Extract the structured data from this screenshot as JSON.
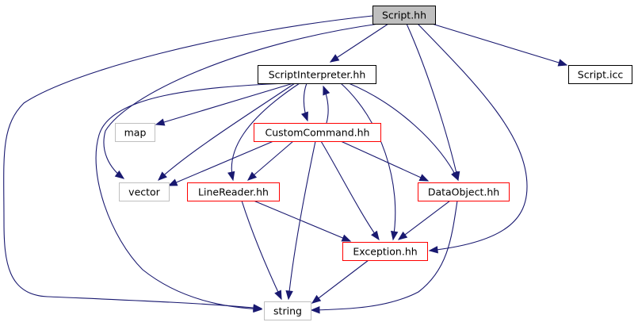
{
  "nodes": [
    {
      "id": "script_hh",
      "label": "Script.hh",
      "style": "focus"
    },
    {
      "id": "script_interpreter_hh",
      "label": "ScriptInterpreter.hh",
      "style": "normal"
    },
    {
      "id": "script_icc",
      "label": "Script.icc",
      "style": "normal"
    },
    {
      "id": "map",
      "label": "map",
      "style": "external"
    },
    {
      "id": "custom_command_hh",
      "label": "CustomCommand.hh",
      "style": "truncated"
    },
    {
      "id": "vector",
      "label": "vector",
      "style": "external"
    },
    {
      "id": "line_reader_hh",
      "label": "LineReader.hh",
      "style": "truncated"
    },
    {
      "id": "data_object_hh",
      "label": "DataObject.hh",
      "style": "truncated"
    },
    {
      "id": "exception_hh",
      "label": "Exception.hh",
      "style": "truncated"
    },
    {
      "id": "string",
      "label": "string",
      "style": "external"
    }
  ],
  "edges": [
    {
      "from": "script_hh",
      "to": "script_interpreter_hh"
    },
    {
      "from": "script_hh",
      "to": "script_icc"
    },
    {
      "from": "script_hh",
      "to": "vector"
    },
    {
      "from": "script_hh",
      "to": "string"
    },
    {
      "from": "script_hh",
      "to": "data_object_hh"
    },
    {
      "from": "script_hh",
      "to": "exception_hh"
    },
    {
      "from": "script_interpreter_hh",
      "to": "map"
    },
    {
      "from": "script_interpreter_hh",
      "to": "custom_command_hh"
    },
    {
      "from": "script_interpreter_hh",
      "to": "vector"
    },
    {
      "from": "script_interpreter_hh",
      "to": "line_reader_hh"
    },
    {
      "from": "script_interpreter_hh",
      "to": "data_object_hh"
    },
    {
      "from": "script_interpreter_hh",
      "to": "exception_hh"
    },
    {
      "from": "script_interpreter_hh",
      "to": "string"
    },
    {
      "from": "custom_command_hh",
      "to": "script_interpreter_hh"
    },
    {
      "from": "custom_command_hh",
      "to": "vector"
    },
    {
      "from": "custom_command_hh",
      "to": "line_reader_hh"
    },
    {
      "from": "custom_command_hh",
      "to": "data_object_hh"
    },
    {
      "from": "custom_command_hh",
      "to": "exception_hh"
    },
    {
      "from": "custom_command_hh",
      "to": "string"
    },
    {
      "from": "line_reader_hh",
      "to": "exception_hh"
    },
    {
      "from": "line_reader_hh",
      "to": "string"
    },
    {
      "from": "data_object_hh",
      "to": "exception_hh"
    },
    {
      "from": "data_object_hh",
      "to": "string"
    },
    {
      "from": "exception_hh",
      "to": "string"
    }
  ],
  "colors": {
    "edge": "#191970",
    "focus_fill": "#bfbfbf",
    "normal_border": "#000000",
    "truncated_border": "#ff0000",
    "external_border": "#bfbfbf"
  }
}
